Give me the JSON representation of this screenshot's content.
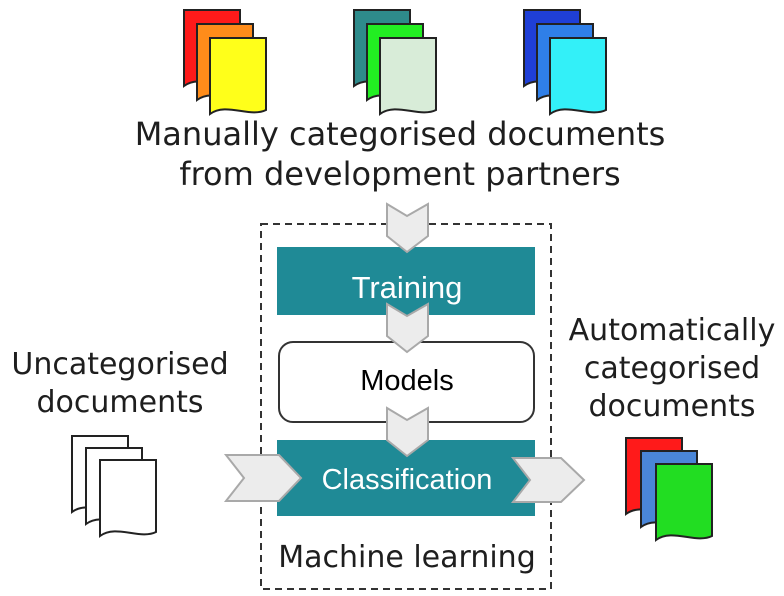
{
  "labels": {
    "source_line1": "Manually categorised documents",
    "source_line2": "from development partners",
    "input_line1": "Uncategorised",
    "input_line2": "documents",
    "output_line1": "Automatically",
    "output_line2": "categorised",
    "output_line3": "documents",
    "group": "Machine learning"
  },
  "boxes": {
    "training": "Training",
    "models": "Models",
    "classification": "Classification"
  },
  "colors": {
    "teal_box": "#1f8a96",
    "arrow_fill": "#ececec",
    "arrow_stroke": "#a9a9a9",
    "stack1": [
      "#ff1a1a",
      "#ff8c1a",
      "#ffff1a"
    ],
    "stack2": [
      "#2e8b8b",
      "#22ee22",
      "#d8ecd8"
    ],
    "stack3": [
      "#1f3fd6",
      "#2f7fe8",
      "#33f0f8"
    ],
    "output_stack": [
      "#ff1a1a",
      "#4a86d8",
      "#22dd22"
    ],
    "input_stack": [
      "#ffffff",
      "#ffffff",
      "#ffffff"
    ]
  }
}
